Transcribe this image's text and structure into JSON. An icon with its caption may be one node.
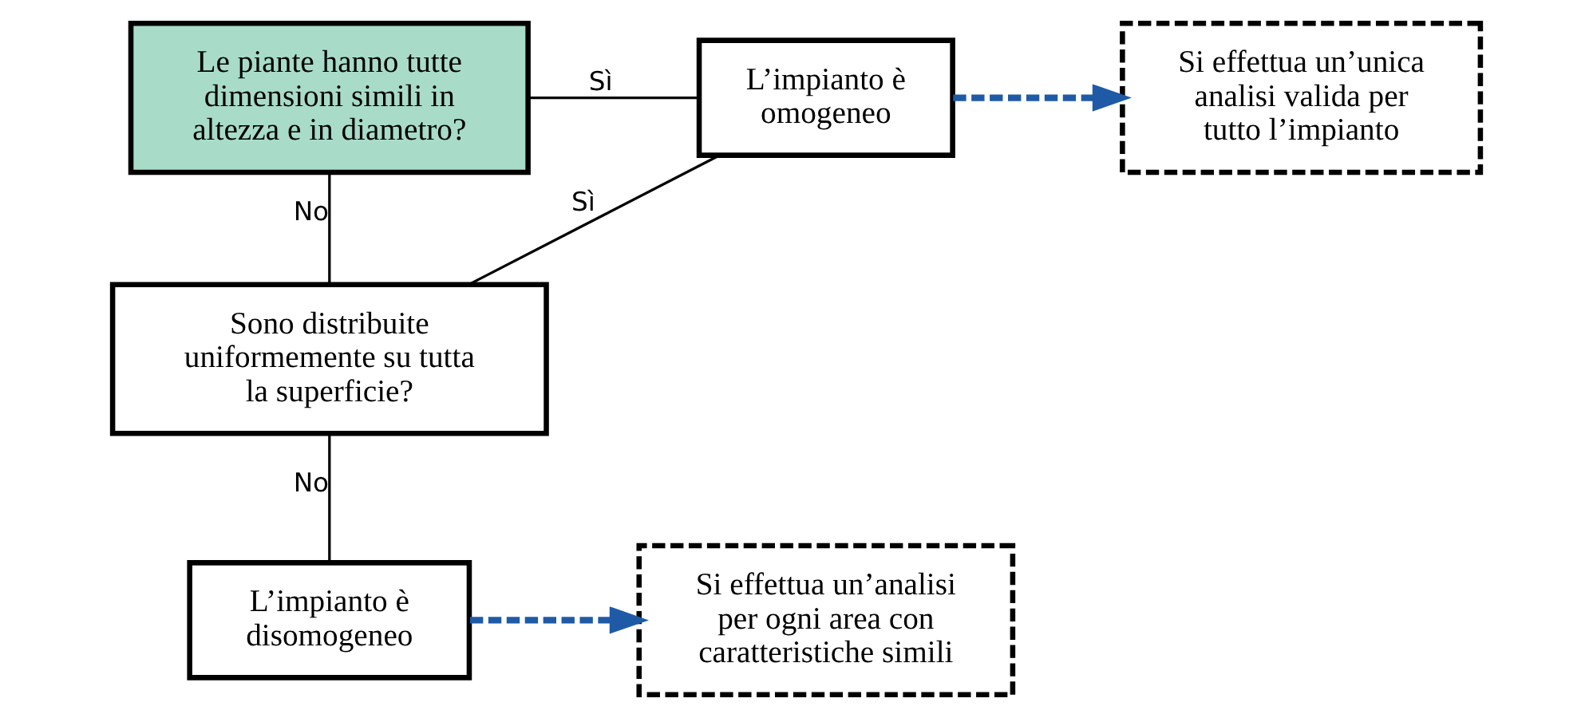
{
  "diagram": {
    "nodes": [
      {
        "text": [
          "Le piante hanno tutte dimensioni simili in altezza e in diametro?"
        ]
      },
      {
        "text": [
          "L’impianto è omogeneo"
        ]
      },
      {
        "text": [
          "Si effettua un’unica analisi valida per tutto l’impianto"
        ]
      },
      {
        "text": [
          "Sono distribuite uniformemente su tutta la superficie?"
        ]
      },
      {
        "text": [
          "L’impianto è disomogeneo"
        ]
      },
      {
        "text": [
          "Si effettua un’analisi per ogni area con caratteristiche simili"
        ]
      }
    ],
    "edges": [
      {
        "from": 0,
        "to": 1,
        "arrow": "none",
        "label": "Sì"
      },
      {
        "from": 0,
        "to": 3,
        "arrow": "none",
        "label": "No"
      },
      {
        "from": 3,
        "to": 1,
        "arrow": "none",
        "label": "Sì"
      },
      {
        "from": 3,
        "to": 4,
        "arrow": "none",
        "label": "No"
      },
      {
        "from": 1,
        "to": 2,
        "arrow": "to",
        "style": "dashed",
        "color": "#1f5aa6"
      },
      {
        "from": 4,
        "to": 5,
        "arrow": "to",
        "style": "dashed",
        "color": "#1f5aa6"
      }
    ]
  }
}
